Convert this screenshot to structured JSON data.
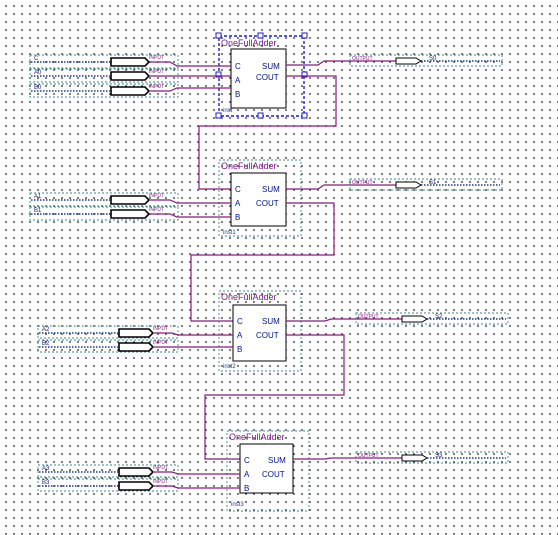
{
  "adders": [
    {
      "name": "OneFullAdder",
      "inst": "inst",
      "ports": {
        "c": "C",
        "a": "A",
        "b": "B",
        "sum": "SUM",
        "cout": "COUT"
      },
      "inputs": [
        {
          "label": "C",
          "tag": "INPUT"
        },
        {
          "label": "A0",
          "tag": "INPUT"
        },
        {
          "label": "B0",
          "tag": "INPUT"
        }
      ],
      "output": {
        "label": "S0",
        "tag": "OUTPUT"
      }
    },
    {
      "name": "OneFullAdder",
      "inst": "inst1",
      "ports": {
        "c": "C",
        "a": "A",
        "b": "B",
        "sum": "SUM",
        "cout": "COUT"
      },
      "inputs": [
        {
          "label": "A1",
          "tag": "INPUT"
        },
        {
          "label": "B1",
          "tag": "INPUT"
        }
      ],
      "output": {
        "label": "S1",
        "tag": "OUTPUT"
      }
    },
    {
      "name": "OneFullAdder",
      "inst": "inst2",
      "ports": {
        "c": "C",
        "a": "A",
        "b": "B",
        "sum": "SUM",
        "cout": "COUT"
      },
      "inputs": [
        {
          "label": "A2",
          "tag": "INPUT"
        },
        {
          "label": "B2",
          "tag": "INPUT"
        }
      ],
      "output": {
        "label": "S2",
        "tag": "OUTPUT"
      }
    },
    {
      "name": "OneFullAdder",
      "inst": "inst3",
      "ports": {
        "c": "C",
        "a": "A",
        "b": "B",
        "sum": "SUM",
        "cout": "COUT"
      },
      "inputs": [
        {
          "label": "A3",
          "tag": "INPUT"
        },
        {
          "label": "B3",
          "tag": "INPUT"
        }
      ],
      "output": {
        "label": "S3",
        "tag": "OUTPUT"
      }
    }
  ]
}
